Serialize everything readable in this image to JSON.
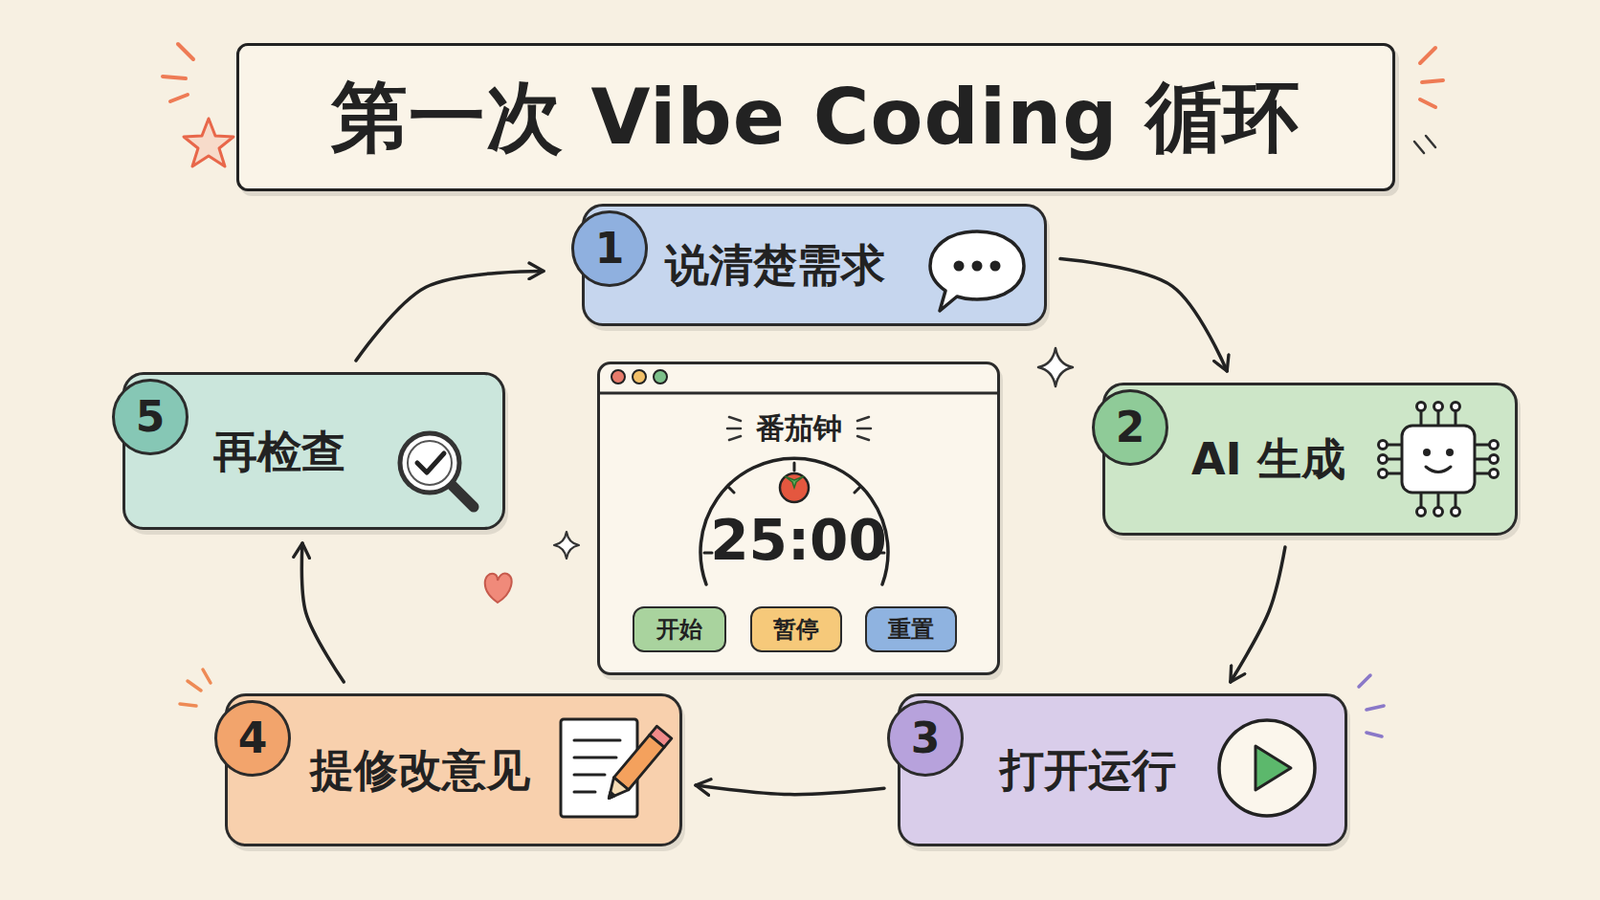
{
  "diagram": {
    "title": "第一次 Vibe Coding 循环",
    "nodes": [
      {
        "text": [
          "1",
          "说清楚需求"
        ]
      },
      {
        "text": [
          "2",
          "AI 生成"
        ]
      },
      {
        "text": [
          "3",
          "打开运行"
        ]
      },
      {
        "text": [
          "4",
          "提修改意见"
        ]
      },
      {
        "text": [
          "5",
          "再检查"
        ]
      },
      {
        "text": [
          "番茄钟",
          "25:00"
        ]
      },
      {
        "text": [
          "开始"
        ],
        "in": 5
      },
      {
        "text": [
          "暂停"
        ],
        "in": 5
      },
      {
        "text": [
          "重置"
        ],
        "in": 5
      }
    ],
    "edges": [
      {
        "from": 0,
        "to": 1,
        "arrow": "to"
      },
      {
        "from": 1,
        "to": 2,
        "arrow": "to"
      },
      {
        "from": 2,
        "to": 3,
        "arrow": "to"
      },
      {
        "from": 3,
        "to": 4,
        "arrow": "to"
      },
      {
        "from": 4,
        "to": 0,
        "arrow": "to"
      }
    ]
  }
}
